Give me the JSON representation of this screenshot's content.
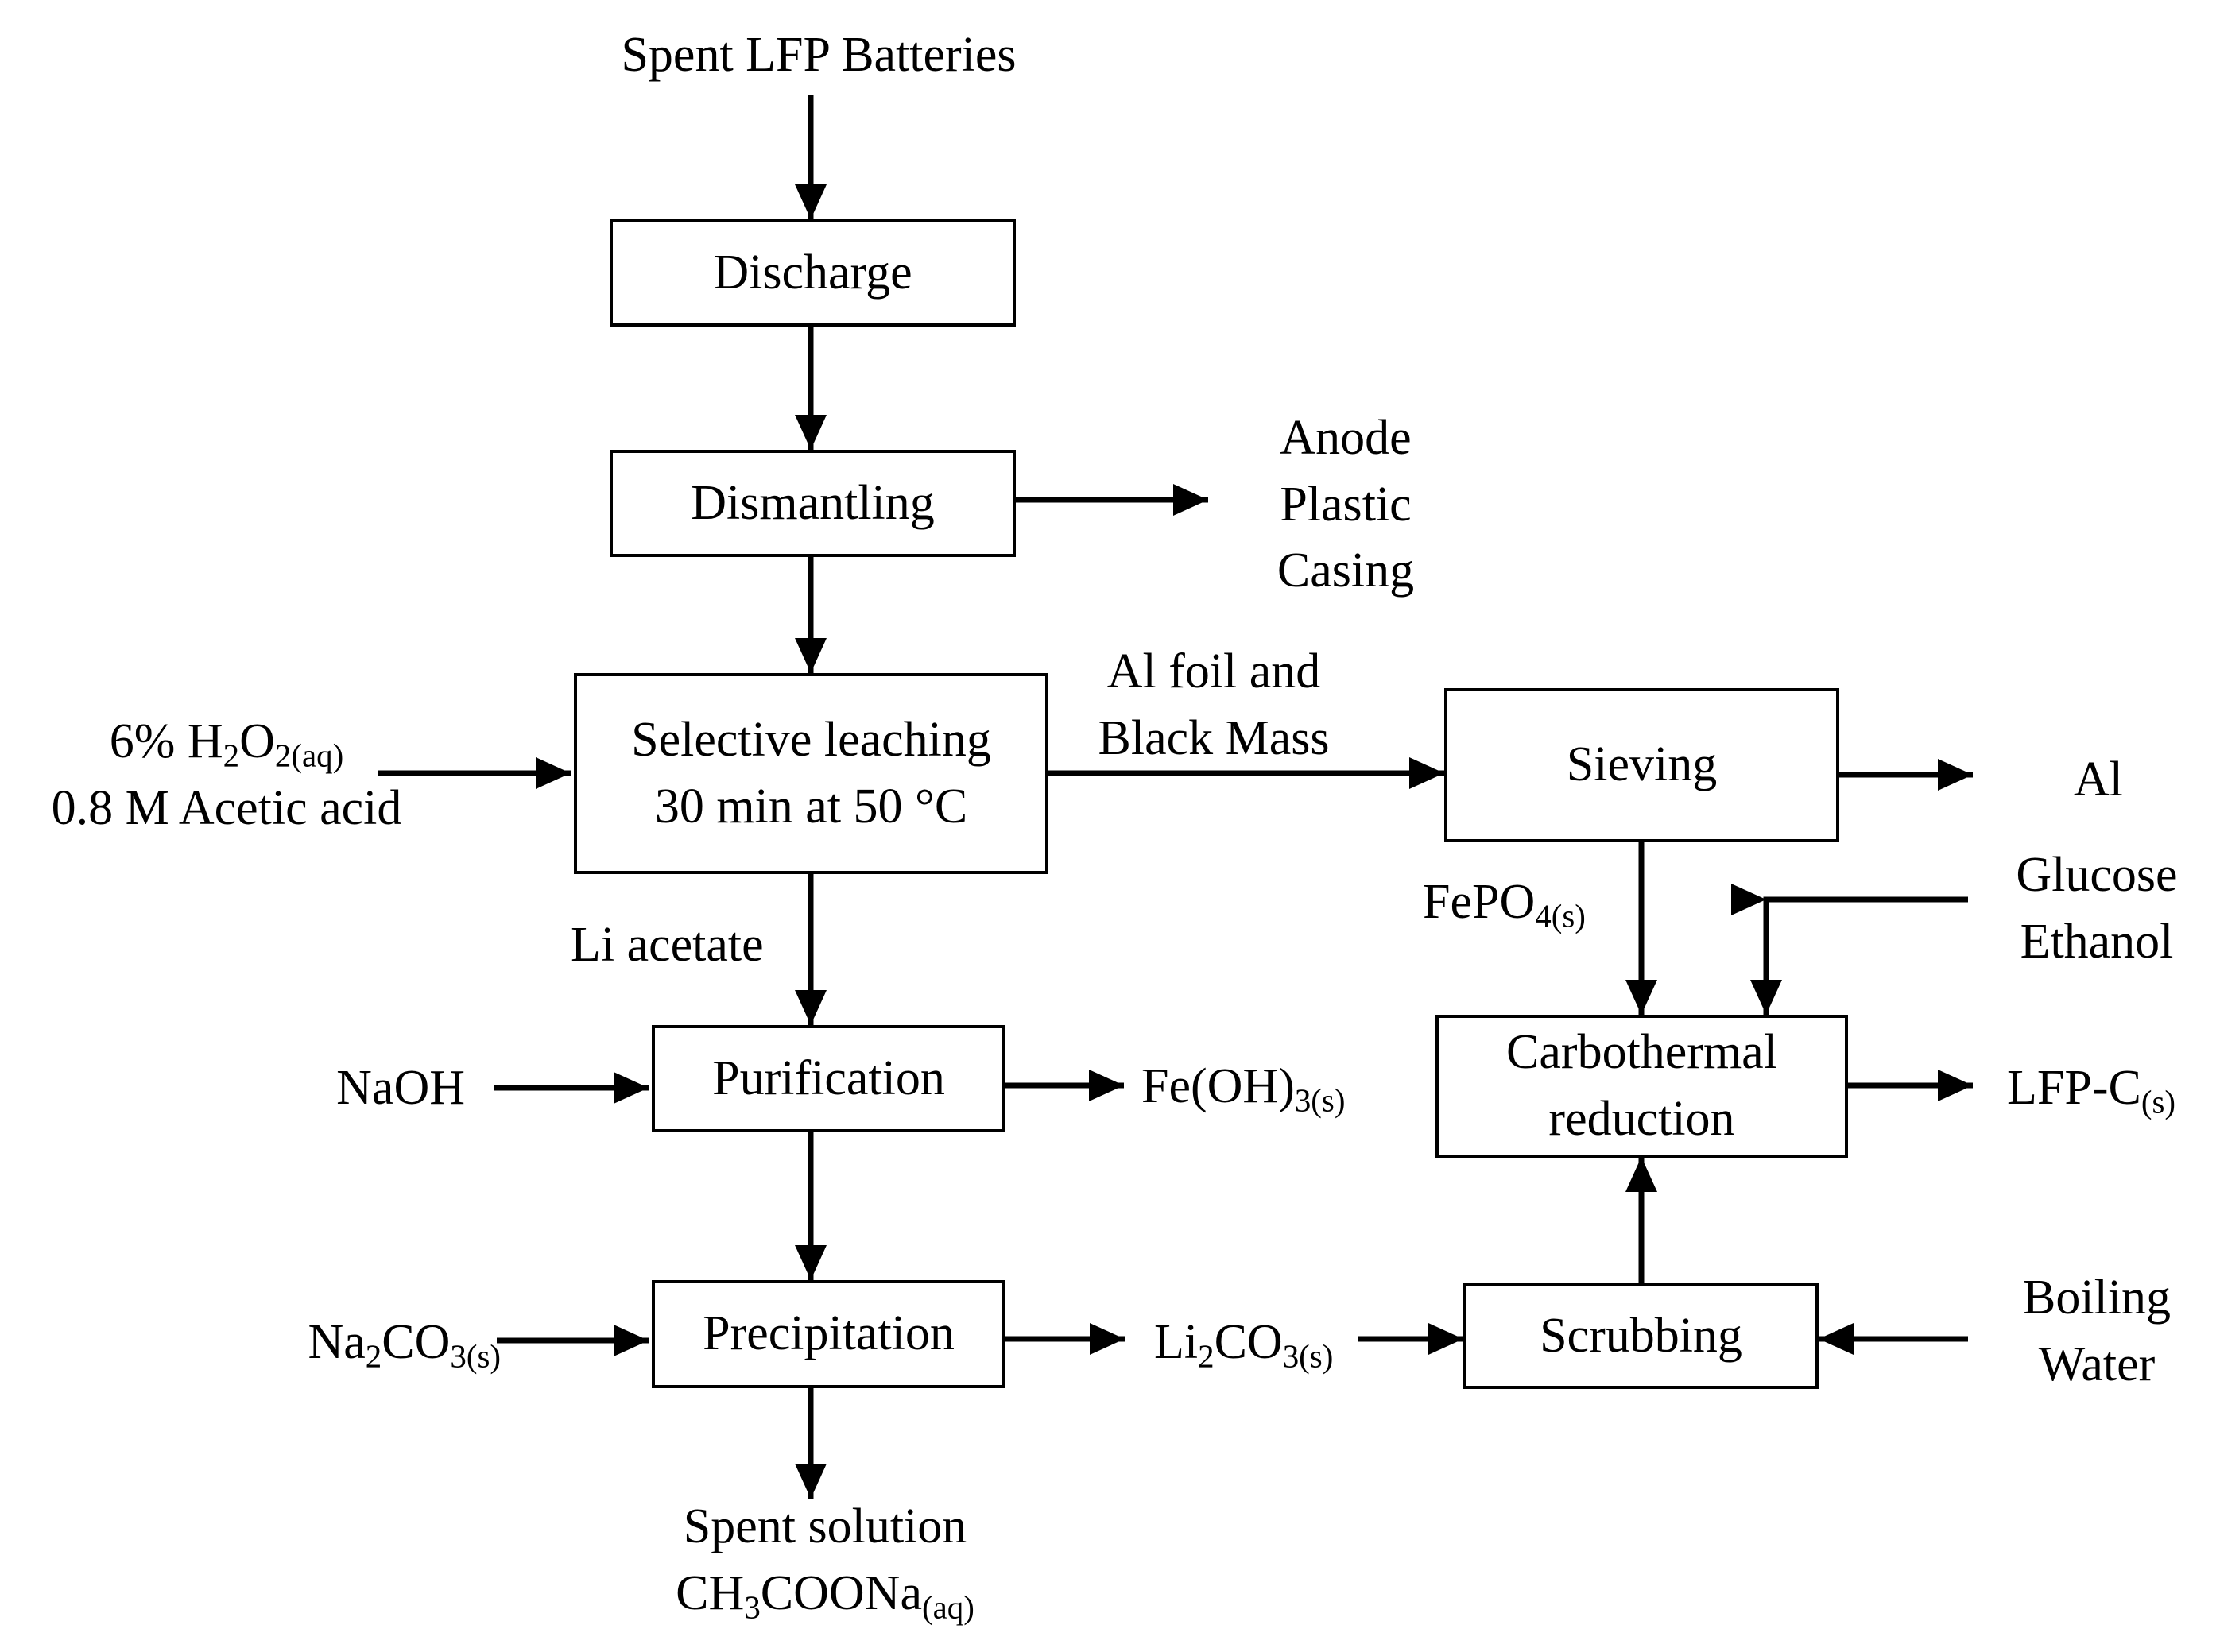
{
  "nodes": {
    "discharge": "Discharge",
    "dismantling": "Dismantling",
    "selective_leaching": {
      "line1": "Selective leaching",
      "line2": "30 min at 50 °C"
    },
    "sieving": "Sieving",
    "carbothermal": {
      "line1": "Carbothermal",
      "line2": "reduction"
    },
    "purification": "Purification",
    "precipitation": "Precipitation",
    "scrubbing": "Scrubbing"
  },
  "labels": {
    "spent_lfp": "Spent LFP Batteries",
    "anode": "Anode",
    "plastic": "Plastic",
    "casing": "Casing",
    "h2o2": {
      "pre": "6% H",
      "s1": "2",
      "mid": "O",
      "s2": "2(aq)"
    },
    "acetic": "0.8 M Acetic acid",
    "al_foil_1": "Al foil and",
    "al_foil_2": "Black Mass",
    "al": "Al",
    "fepo4": {
      "pre": "FePO",
      "sub": "4(s)"
    },
    "glucose": "Glucose",
    "ethanol": "Ethanol",
    "li_acetate": "Li acetate",
    "naoh": "NaOH",
    "feoh3": {
      "pre": "Fe(OH)",
      "sub": "3(s)"
    },
    "lfpc": {
      "pre": "LFP-C",
      "sub": "(s)"
    },
    "na2co3": {
      "pre": "Na",
      "s1": "2",
      "mid": "CO",
      "s2": "3(s)"
    },
    "li2co3": {
      "pre": "Li",
      "s1": "2",
      "mid": "CO",
      "s2": "3(s)"
    },
    "boiling": "Boiling",
    "water": "Water",
    "spent_solution": "Spent solution",
    "ch3coona": {
      "pre": "CH",
      "s1": "3",
      "mid": "COONa",
      "s2": "(aq)"
    }
  }
}
